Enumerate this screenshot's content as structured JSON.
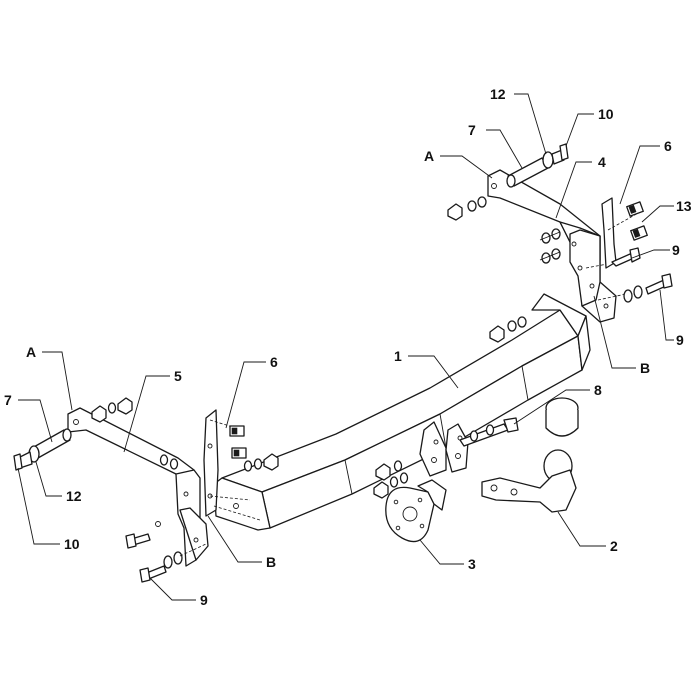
{
  "diagram": {
    "callouts": {
      "part_1": "1",
      "part_2": "2",
      "part_3": "3",
      "part_4": "4",
      "part_5": "5",
      "part_6_right": "6",
      "part_6_left": "6",
      "part_7_right": "7",
      "part_7_left": "7",
      "part_8": "8",
      "part_9_right_upper": "9",
      "part_9_right_lower": "9",
      "part_9_left": "9",
      "part_10_right": "10",
      "part_10_left": "10",
      "part_12_right": "12",
      "part_12_left": "12",
      "part_13": "13",
      "point_a_right": "A",
      "point_a_left": "A",
      "point_b_right": "B",
      "point_b_left": "B"
    },
    "colors": {
      "line": "#1a1a1a",
      "background": "#ffffff"
    }
  }
}
